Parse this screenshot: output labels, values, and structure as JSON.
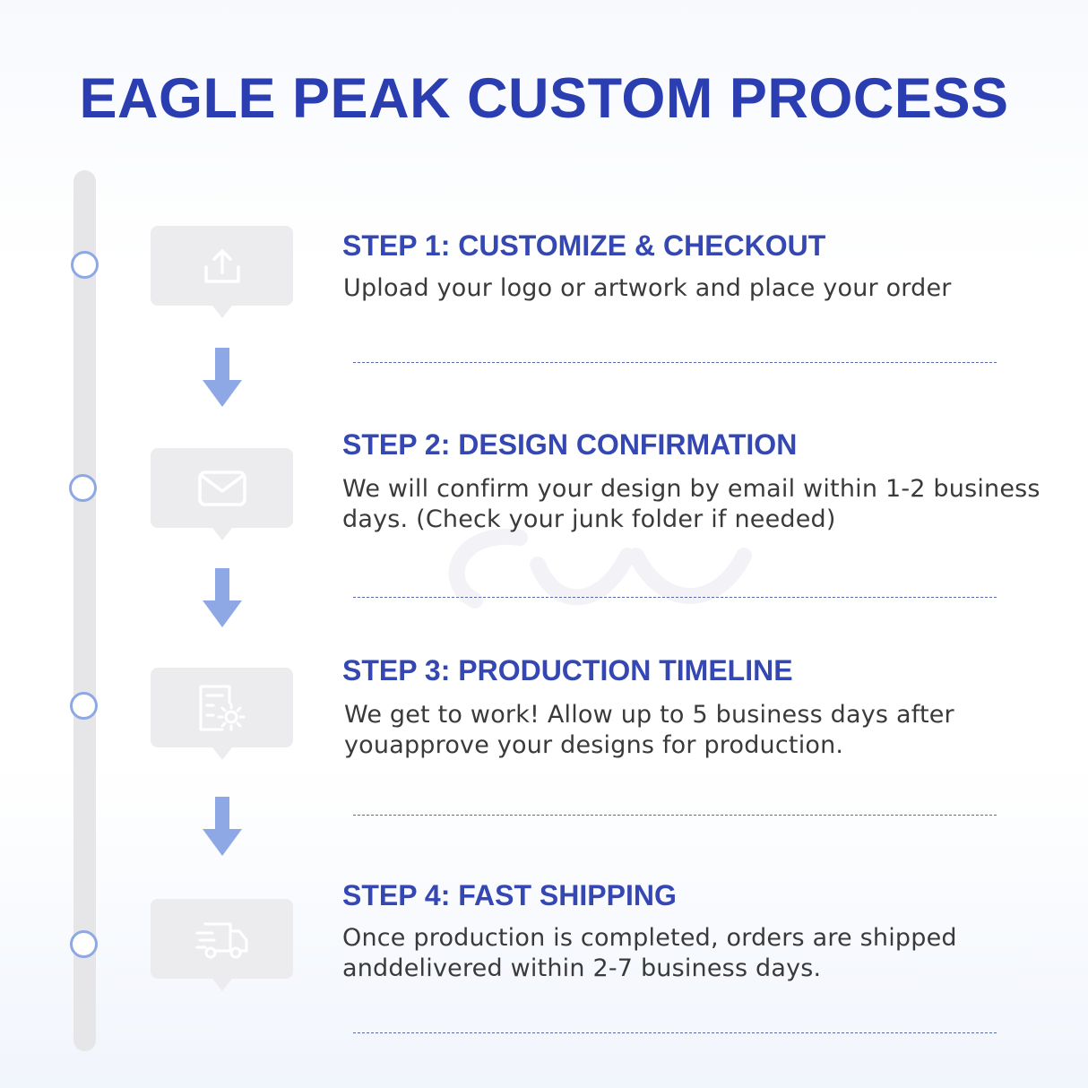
{
  "title": "EAGLE PEAK CUSTOM PROCESS",
  "colors": {
    "accent": "#2a3eb1",
    "step_title": "#3447b3",
    "rail": "#e6e6e8",
    "dot_ring": "#8ea8e6",
    "arrow": "#8ea8e6",
    "icon_box": "#ececee"
  },
  "steps": [
    {
      "title": "STEP 1: CUSTOMIZE & CHECKOUT",
      "description": "Upload your logo or artwork and place your order",
      "icon": "upload-icon"
    },
    {
      "title": "STEP 2: DESIGN CONFIRMATION",
      "description": "We will confirm your design by email within 1-2 business days. (Check your junk folder if needed)",
      "icon": "mail-icon"
    },
    {
      "title": "STEP 3: PRODUCTION TIMELINE",
      "description": "We get to work! Allow up to 5 business days after youapprove your designs for production.",
      "icon": "document-gear-icon"
    },
    {
      "title": "STEP 4: FAST SHIPPING",
      "description": "Once production is completed, orders are shipped anddelivered within 2-7 business days.",
      "icon": "delivery-truck-icon"
    }
  ]
}
